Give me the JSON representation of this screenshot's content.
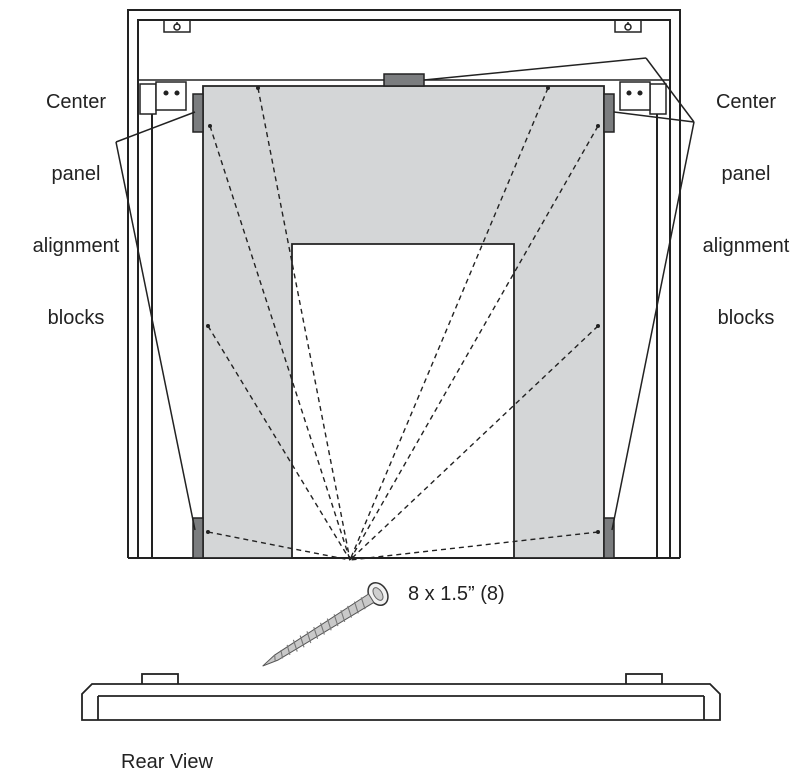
{
  "diagram": {
    "left_callout": {
      "lines": [
        "Center",
        "panel",
        "alignment",
        "blocks"
      ]
    },
    "right_callout": {
      "lines": [
        "Center",
        "panel",
        "alignment",
        "blocks"
      ]
    },
    "screw_label": "8 x 1.5” (8)",
    "view_caption": "Rear View",
    "colors": {
      "panel_fill": "#d4d6d7",
      "block_fill": "#7b7d7f",
      "line": "#222222"
    }
  }
}
